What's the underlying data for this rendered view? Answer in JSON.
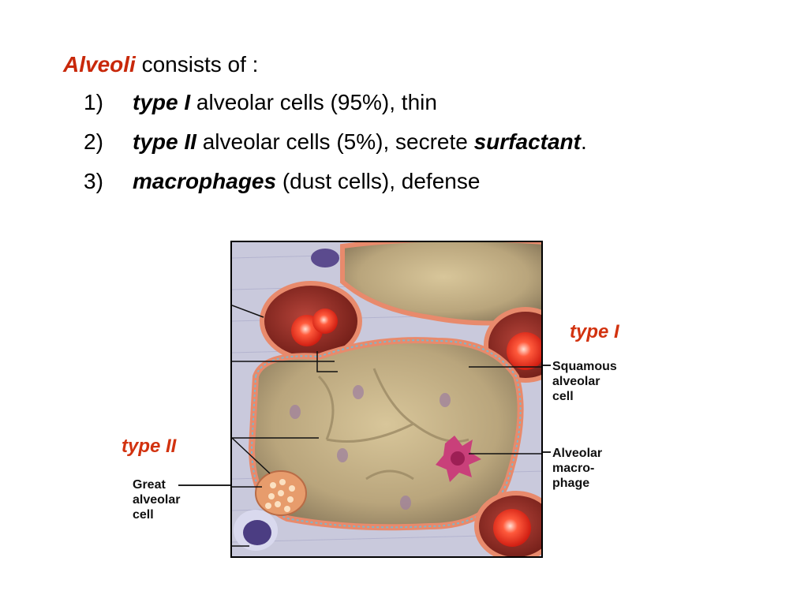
{
  "heading": {
    "term": "Alveoli",
    "rest": "consists of :"
  },
  "list": [
    {
      "num": "1)",
      "term": "type I",
      "rest": "alveolar cells (95%), thin",
      "term2": "",
      "end": ""
    },
    {
      "num": "2)",
      "term": "type II",
      "rest": "alveolar cells (5%), secrete ",
      "term2": "surfactant",
      "end": "."
    },
    {
      "num": "3)",
      "term": "macrophages",
      "rest": "(dust cells), defense",
      "term2": "",
      "end": ""
    }
  ],
  "diagram": {
    "label_type1": "type I",
    "label_type2": "type II",
    "label_squamous": "Squamous\nalveolar\ncell",
    "label_macrophage": "Alveolar\nmacro-\nphage",
    "label_great": "Great\nalveolar\ncell"
  },
  "colors": {
    "accent_red": "#c8280a",
    "label_red": "#d2320f"
  }
}
